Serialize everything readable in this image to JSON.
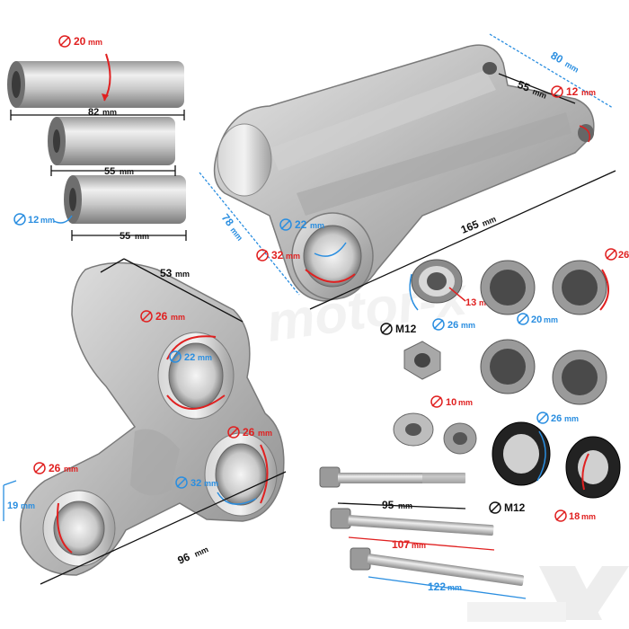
{
  "colors": {
    "background": "#ffffff",
    "metal_light": "#d9d9d9",
    "metal_dark": "#8a8a8a",
    "dim_black": "#111111",
    "dim_red": "#e02020",
    "dim_blue": "#2a8ee0",
    "watermark": "#dddddd"
  },
  "units": {
    "mm": "mm"
  },
  "spacers": {
    "dia_outer": "20",
    "dia_inner": "12",
    "len_long": "82",
    "len_mid": "55",
    "len_short": "55"
  },
  "dogbone": {
    "width": "80",
    "inner_width": "55",
    "pin_dia": "12",
    "height": "78",
    "length": "165",
    "bore_inner": "22",
    "bore_outer": "32"
  },
  "rocker": {
    "top_width": "53",
    "top_outer": "26",
    "top_inner": "22",
    "right_outer": "26",
    "right_inner": "32",
    "left_outer": "26",
    "left_side": "19",
    "length": "96"
  },
  "bearings": {
    "ball_inner": "13",
    "ball_outer": "26",
    "needle_inner": "20",
    "needle_outer": "26",
    "nut": "M12",
    "washer_dia": "10",
    "seal_dia": "26",
    "seal_small": "18"
  },
  "bolts": {
    "thread": "M12",
    "len1": "95",
    "len2": "107",
    "len3": "122"
  },
  "watermark": {
    "text": "motor-x"
  }
}
